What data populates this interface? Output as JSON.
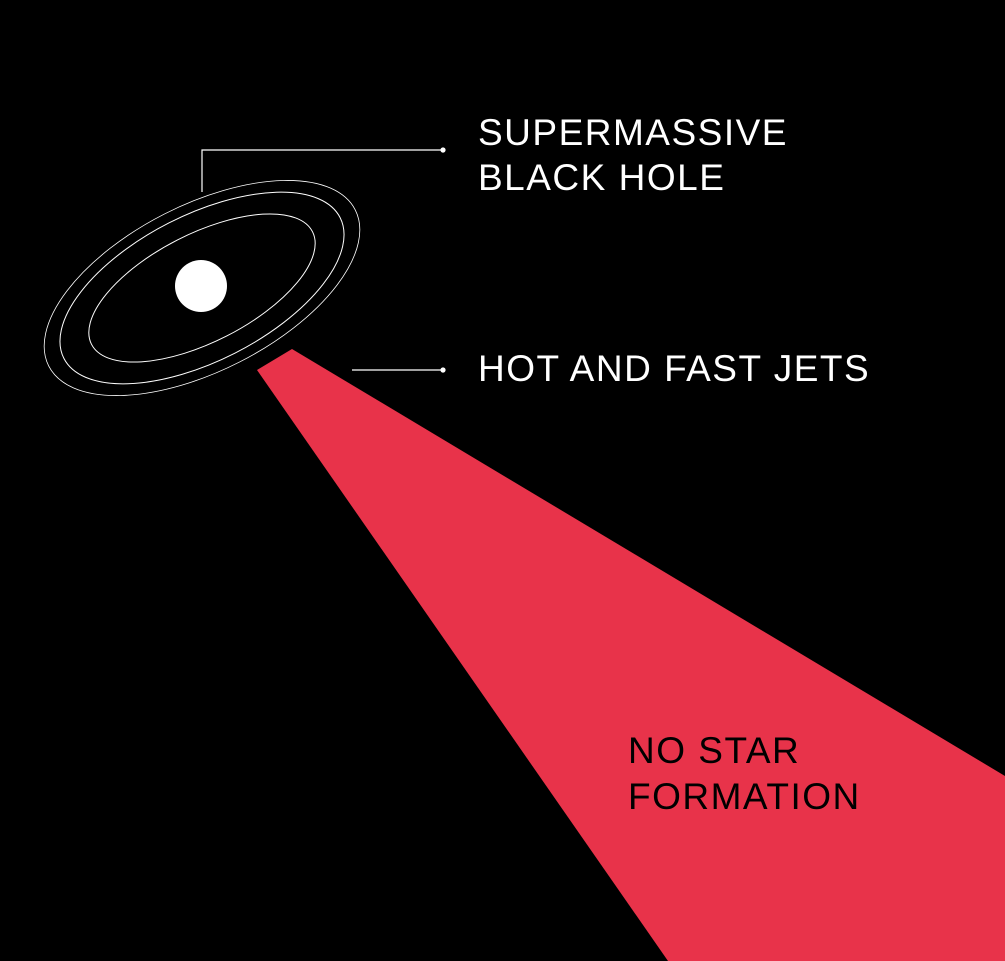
{
  "colors": {
    "background": "#000000",
    "jet": "#E8334A",
    "line": "#FFFFFF",
    "text_white": "#FFFFFF",
    "text_on_jet": "#000000"
  },
  "labels": {
    "black_hole": [
      "SUPERMASSIVE",
      "BLACK HOLE"
    ],
    "jets": "HOT AND FAST JETS",
    "no_star": [
      "NO STAR",
      "FORMATION"
    ]
  }
}
